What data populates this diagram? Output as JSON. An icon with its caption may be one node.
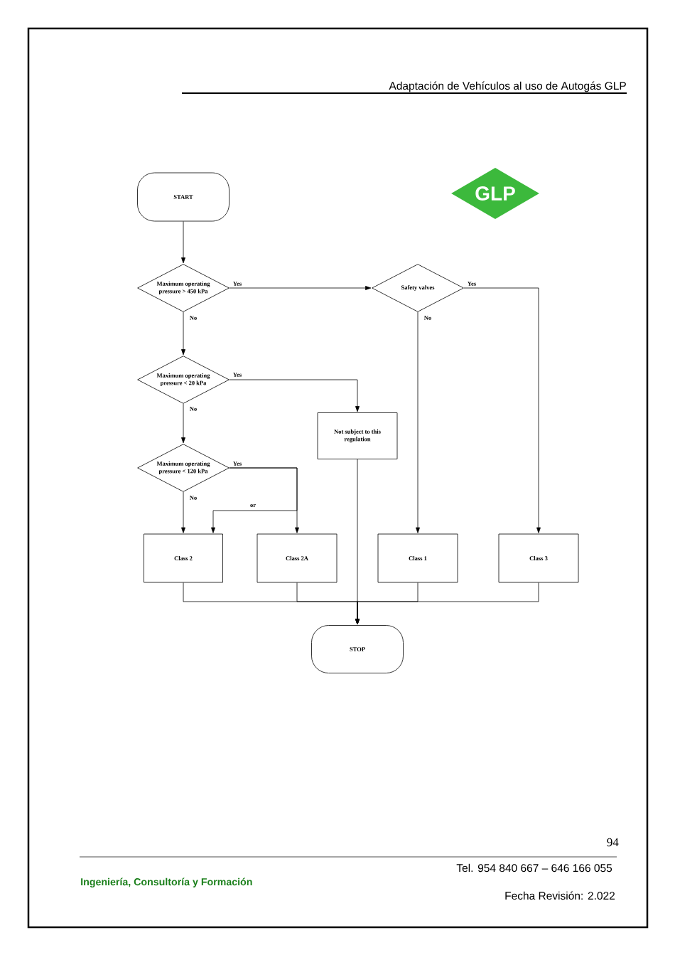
{
  "diagram": {
    "nodes": [
      {
        "text": [
          "START"
        ]
      },
      {
        "text": [
          "GLP"
        ]
      },
      {
        "text": [
          "Maximum operating pressure > 450 kPa"
        ]
      },
      {
        "text": [
          "Safety valves"
        ]
      },
      {
        "text": [
          "Maximum operating pressure < 20 kPa"
        ]
      },
      {
        "text": [
          "Not subject to this regulation"
        ]
      },
      {
        "text": [
          "Maximum operating pressure < 120 kPa"
        ]
      },
      {
        "text": [
          "Class 2"
        ]
      },
      {
        "text": [
          "Class 2A"
        ]
      },
      {
        "text": [
          "Class 1"
        ]
      },
      {
        "text": [
          "Class 3"
        ]
      },
      {
        "text": [
          "STOP"
        ]
      }
    ],
    "edges": [
      {
        "from": 0,
        "to": 2,
        "arrow": "to"
      },
      {
        "from": 2,
        "to": 3,
        "arrow": "to",
        "label": "Yes"
      },
      {
        "from": 2,
        "to": 4,
        "arrow": "to",
        "label": "No"
      },
      {
        "from": 3,
        "to": 10,
        "arrow": "to",
        "label": "Yes"
      },
      {
        "from": 3,
        "to": 9,
        "arrow": "to",
        "label": "No"
      },
      {
        "from": 4,
        "to": 5,
        "arrow": "to",
        "label": "Yes"
      },
      {
        "from": 4,
        "to": 6,
        "arrow": "to",
        "label": "No"
      },
      {
        "from": 6,
        "to": 8,
        "arrow": "to",
        "label": "Yes"
      },
      {
        "from": 6,
        "to": 7,
        "arrow": "to",
        "label": "or"
      },
      {
        "from": 6,
        "to": 7,
        "arrow": "to",
        "label": "No"
      },
      {
        "from": 5,
        "to": 11,
        "arrow": "to"
      },
      {
        "from": 7,
        "to": 11,
        "arrow": "to"
      },
      {
        "from": 8,
        "to": 11,
        "arrow": "to"
      },
      {
        "from": 9,
        "to": 11,
        "arrow": "to"
      },
      {
        "from": 10,
        "to": 11,
        "arrow": "to"
      }
    ],
    "labels": [
      "Adaptación de Vehículos al uso de Autogás GLP",
      "94",
      "Tel. 954 840 667 –  646 166 055",
      "Ingeniería, Consultoría y Formación",
      "Fecha Revisión: 2.022"
    ]
  }
}
